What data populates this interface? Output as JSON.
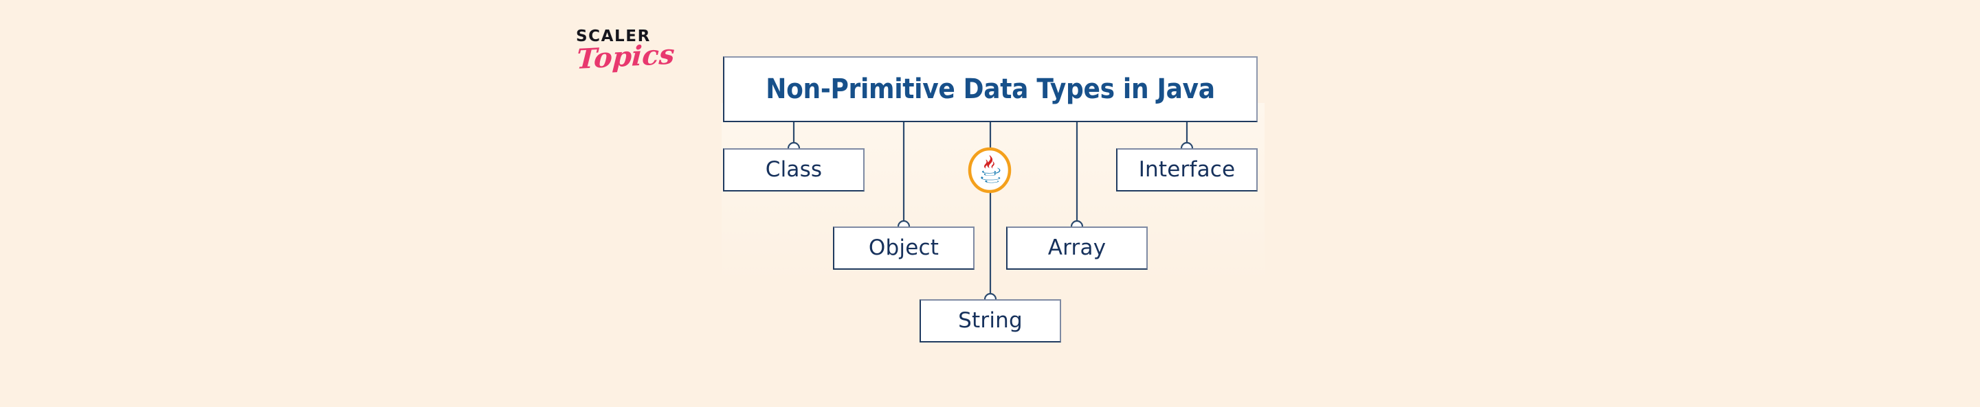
{
  "background_color": "#fdf1e3",
  "brand": {
    "name_top": "SCALER",
    "name_bottom": "Topics",
    "color_top": "#16161d",
    "color_bottom": "#e8386e"
  },
  "diagram": {
    "type": "hierarchy",
    "title_color": "#17508a",
    "node_text_color": "#16315c",
    "node_border_color": "#1f3a5f",
    "node_fill_color": "#ffffff",
    "connector_color": "#2c4a6e",
    "root": {
      "label": "Non-Primitive Data Types in Java"
    },
    "children": [
      {
        "label": "Class"
      },
      {
        "label": "Object"
      },
      {
        "label": "Array"
      },
      {
        "label": "Interface"
      },
      {
        "label": "String"
      }
    ],
    "decoration": {
      "icon": "java-logo-icon",
      "ring_color": "#f4a01c",
      "steam_color": "#d32323",
      "cup_color": "#1d7fb5",
      "fill_color": "#ffffff"
    }
  }
}
